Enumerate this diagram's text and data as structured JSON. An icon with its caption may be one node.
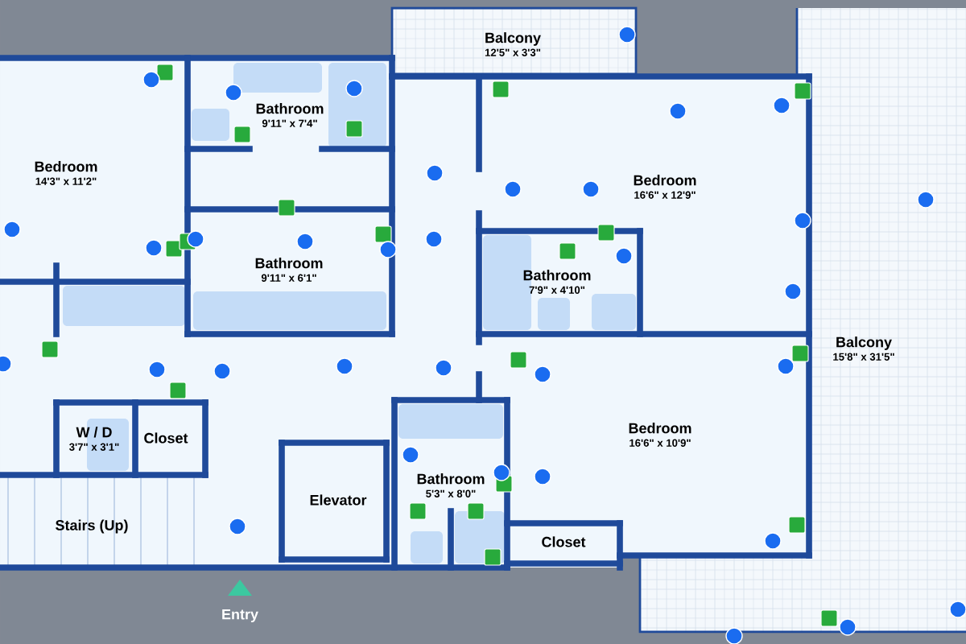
{
  "diagram": {
    "nodes": [
      {
        "text": [
          "Balcony",
          "12'5\" x 3'3\""
        ]
      },
      {
        "text": [
          "Bedroom",
          "14'3\" x 11'2\""
        ]
      },
      {
        "text": [
          "Bathroom",
          "9'11\" x 7'4\""
        ]
      },
      {
        "text": [
          "Bedroom",
          "16'6\" x 12'9\""
        ]
      },
      {
        "text": [
          "Bathroom",
          "9'11\" x 6'1\""
        ]
      },
      {
        "text": [
          "Bathroom",
          "7'9\" x 4'10\""
        ]
      },
      {
        "text": [
          "Balcony",
          "15'8\" x 31'5\""
        ]
      },
      {
        "text": [
          "Bedroom",
          "16'6\" x 10'9\""
        ]
      },
      {
        "text": [
          "W / D",
          "3'7\" x 3'1\""
        ]
      },
      {
        "text": [
          "Closet"
        ]
      },
      {
        "text": [
          "Stairs (Up)"
        ]
      },
      {
        "text": [
          "Elevator"
        ]
      },
      {
        "text": [
          "Bathroom",
          "5'3\" x 8'0\""
        ]
      },
      {
        "text": [
          "Closet"
        ]
      }
    ],
    "labels": [
      "Entry"
    ]
  }
}
